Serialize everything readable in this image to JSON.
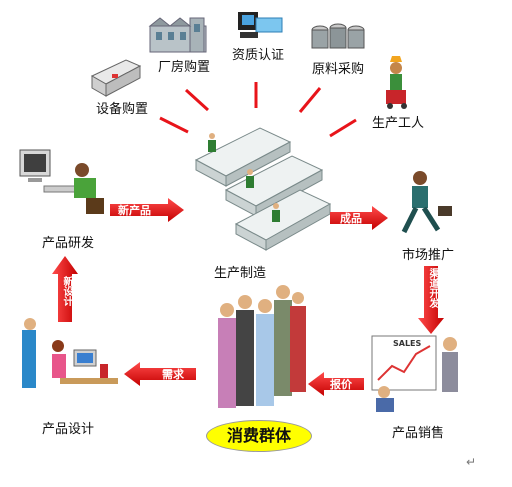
{
  "nodes": {
    "factory": "厂房购置",
    "certification": "资质认证",
    "materials": "原料采购",
    "equipment": "设备购置",
    "workers": "生产工人",
    "rnd": "产品研发",
    "manufacturing": "生产制造",
    "marketing": "市场推广",
    "design": "产品设计",
    "sales": "产品销售",
    "consumers": "消费群体"
  },
  "arrows": {
    "new_product": "新产品",
    "finished": "成品",
    "channel": "渠道开发",
    "quote": "报价",
    "demand": "需求",
    "new_design": "新设计"
  },
  "misc": {
    "sales_board": "SALES",
    "paragraph_mark": "↵"
  },
  "colors": {
    "arrow_red": "#e8141a",
    "oval_yellow": "#ffff00"
  }
}
